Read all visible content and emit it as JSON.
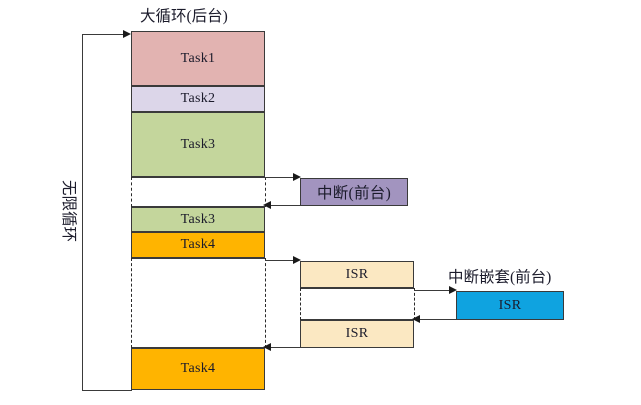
{
  "diagram": {
    "title": "大循环(后台)",
    "loop_label": "无限循环",
    "nested_label": "中断嵌套(前台)",
    "interrupt_box_label": "中断(前台)",
    "caption": "",
    "colors": {
      "task1": "#e2b3b1",
      "task2": "#dcd6e9",
      "task3": "#c4d69c",
      "task4": "#ffb400",
      "interrupt": "#a294bf",
      "isr_cream": "#fbe8c2",
      "isr_blue": "#0fa3e0",
      "stroke": "#3a3a3a",
      "dash": "#2a2a2a",
      "background": "#ffffff"
    },
    "main_column_blocks": [
      {
        "name": "task1",
        "label": "Task1",
        "fill": "task1"
      },
      {
        "name": "task2",
        "label": "Task2",
        "fill": "task2"
      },
      {
        "name": "task3-first",
        "label": "Task3",
        "fill": "task3"
      },
      {
        "name": "gap-interrupt",
        "label": "",
        "fill": "none"
      },
      {
        "name": "task3-second",
        "label": "Task3",
        "fill": "task3"
      },
      {
        "name": "task4-first",
        "label": "Task4",
        "fill": "task4"
      },
      {
        "name": "gap-isr",
        "label": "",
        "fill": "none"
      },
      {
        "name": "task4-second",
        "label": "Task4",
        "fill": "task4"
      }
    ],
    "interrupt_boxes": [
      {
        "name": "interrupt-foreground",
        "label": "中断(前台)",
        "fill": "interrupt"
      },
      {
        "name": "isr-upper",
        "label": "ISR",
        "fill": "isr_cream"
      },
      {
        "name": "isr-lower",
        "label": "ISR",
        "fill": "isr_cream"
      },
      {
        "name": "isr-nested",
        "label": "ISR",
        "fill": "isr_blue"
      }
    ]
  }
}
